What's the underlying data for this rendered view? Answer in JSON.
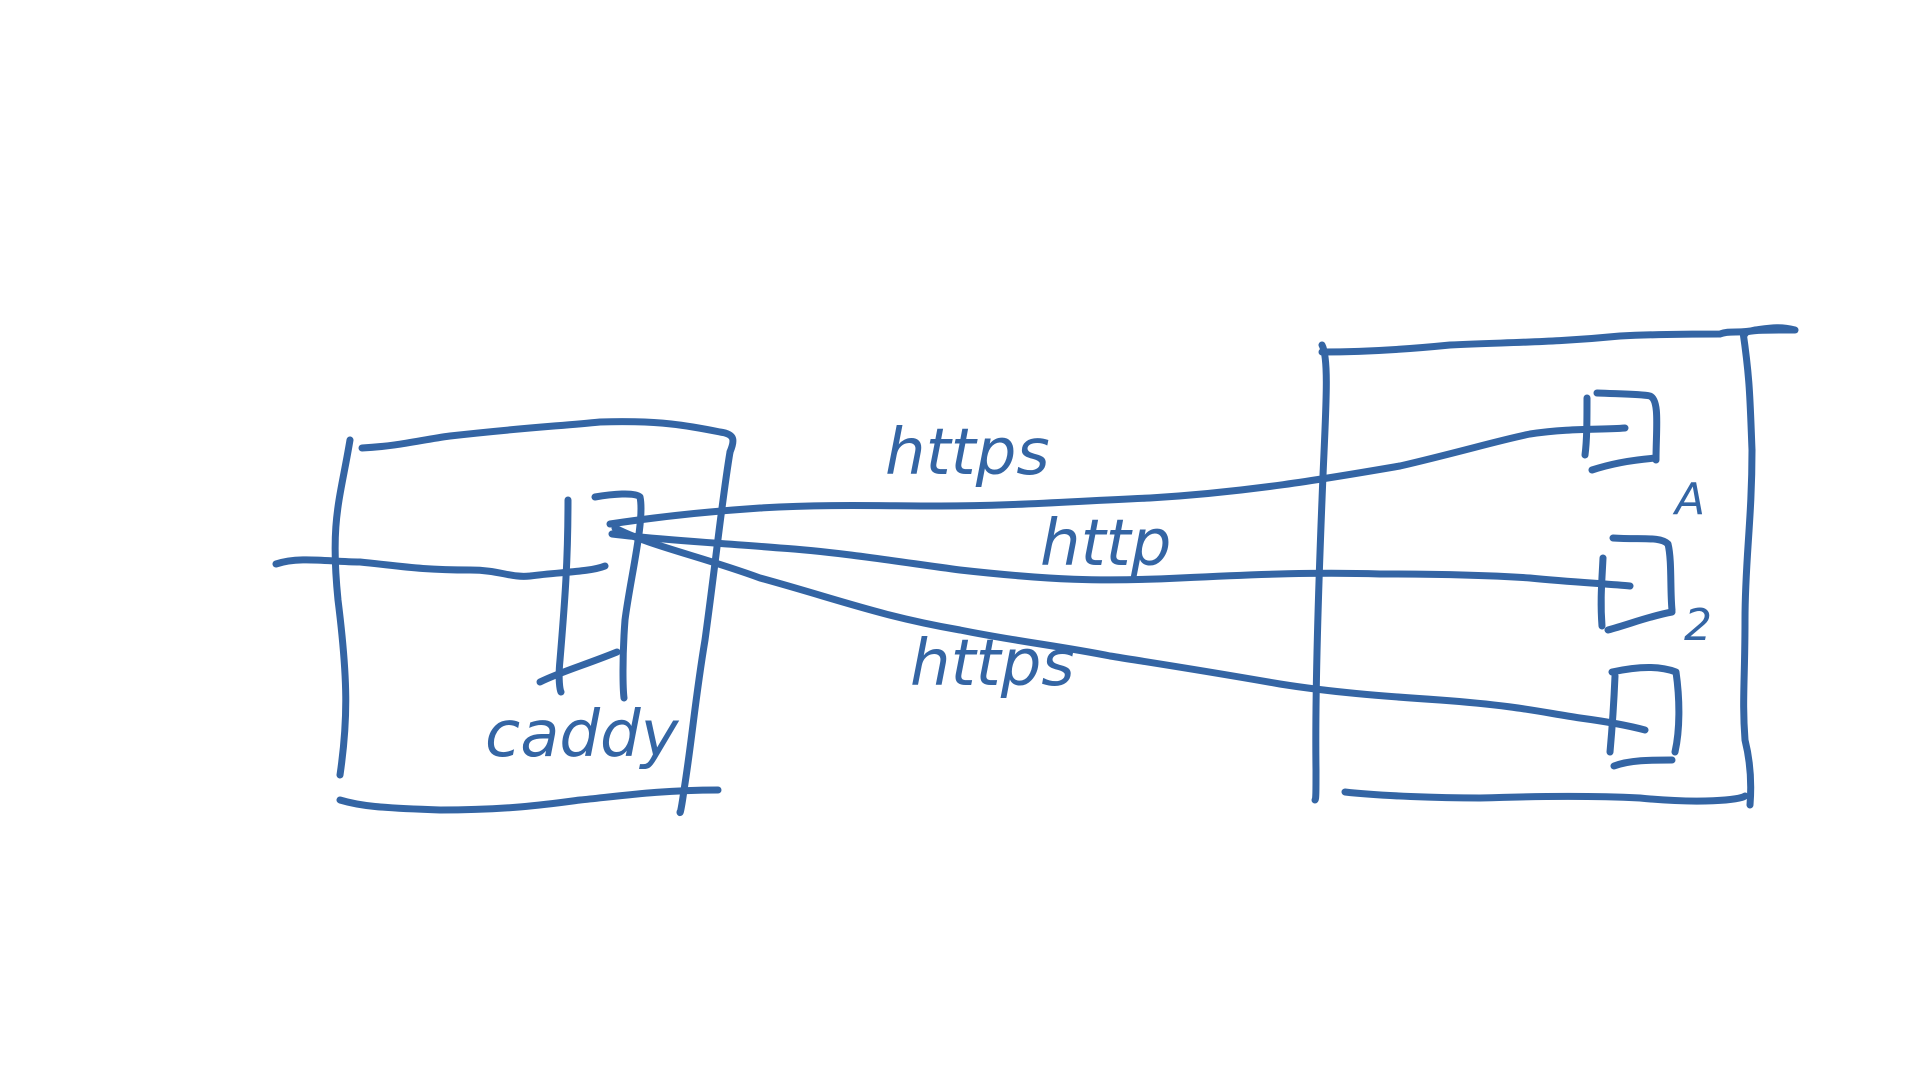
{
  "colors": {
    "ink": "#3465a4",
    "background": "#ffffff"
  },
  "labels": {
    "proxy": "caddy",
    "link_top": "https",
    "link_middle": "http",
    "link_bottom": "https",
    "service_1": "A",
    "service_2": "2"
  }
}
